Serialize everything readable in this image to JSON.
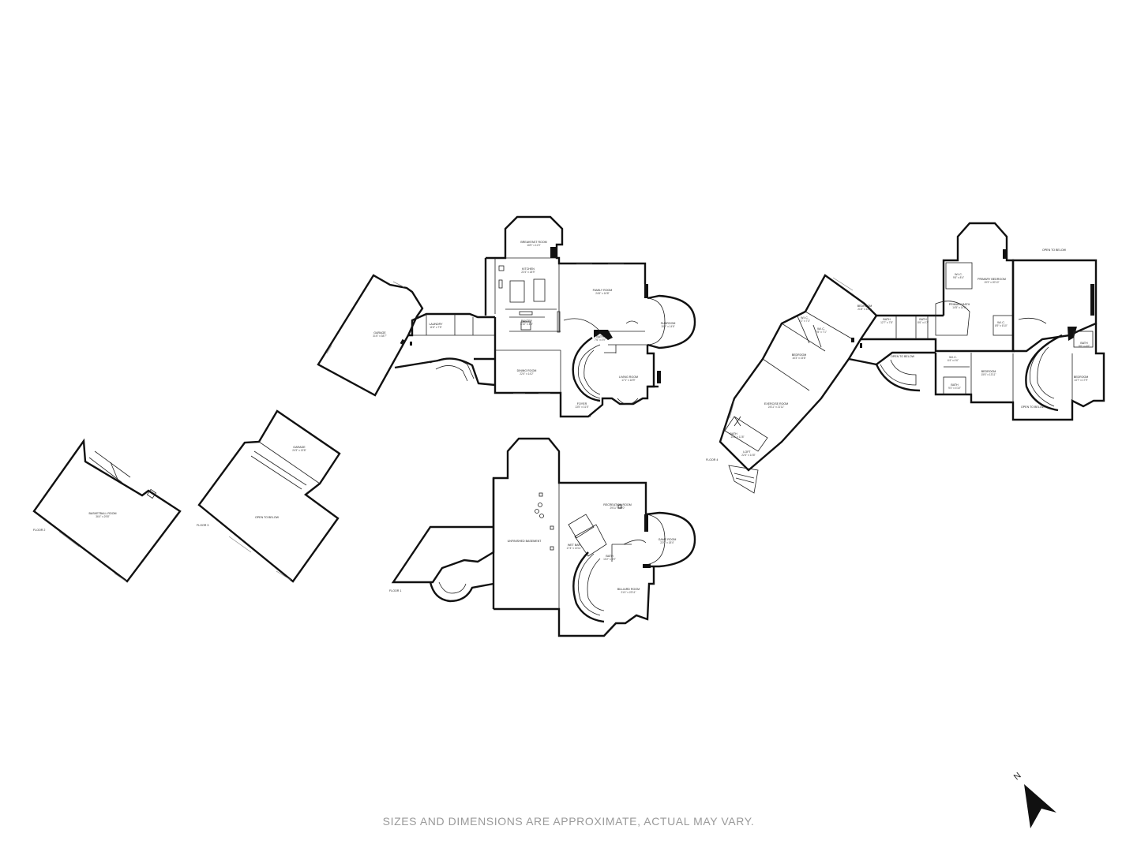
{
  "disclaimer": "SIZES AND DIMENSIONS ARE APPROXIMATE, ACTUAL MAY VARY.",
  "compass_label": "N",
  "floors": {
    "floor1": {
      "label": "FLOOR 1",
      "rooms": {
        "unfinished_basement": {
          "name": "UNFINISHED BASEMENT",
          "dim": ""
        },
        "recreation_room": {
          "name": "RECREATION ROOM",
          "dim": "29'11\" x 20'0\""
        },
        "wet_bar": {
          "name": "WET BAR",
          "dim": "17'4\" x 13'11\""
        },
        "bath": {
          "name": "BATH",
          "dim": "10'2\" x 6'9\""
        },
        "game_room": {
          "name": "GAME ROOM",
          "dim": "22'0\" x 18'4\""
        },
        "billiard_room": {
          "name": "BILLIARD ROOM",
          "dim": "21'4\" x 22'11\""
        }
      }
    },
    "floor2": {
      "label": "FLOOR 2",
      "rooms": {
        "basketball_room": {
          "name": "BASKETBALL ROOM",
          "dim": "36'4\" x 29'8\""
        }
      }
    },
    "floor3": {
      "label": "FLOOR 3",
      "rooms": {
        "garage": {
          "name": "GARAGE",
          "dim": "24'3\" x 13'8\""
        },
        "open_to_below": {
          "name": "OPEN TO BELOW",
          "dim": ""
        }
      }
    },
    "main": {
      "rooms": {
        "garage": {
          "name": "GARAGE",
          "dim": "31'6\" x 38'7\""
        },
        "laundry": {
          "name": "LAUNDRY",
          "dim": "11'8\" x 7'5\""
        },
        "breakfast_room": {
          "name": "BREAKFAST ROOM",
          "dim": "16'5\" x 11'3\""
        },
        "kitchen": {
          "name": "KITCHEN",
          "dim": "22'4\" x 18'9\""
        },
        "pantry": {
          "name": "PANTRY",
          "dim": "8'10\" x 4'3\""
        },
        "family_room": {
          "name": "FAMILY ROOM",
          "dim": "24'6\" x 16'8\""
        },
        "sunroom": {
          "name": "SUNROOM",
          "dim": "15'5\" x 14'6\""
        },
        "bath": {
          "name": "BATH",
          "dim": "7'6\" x 4'9\""
        },
        "dining_room": {
          "name": "DINING ROOM",
          "dim": "22'4\" x 14'2\""
        },
        "living_room": {
          "name": "LIVING ROOM",
          "dim": "17'1\" x 18'9\""
        },
        "foyer": {
          "name": "FOYER",
          "dim": "13'5\" x 31'5\""
        }
      }
    },
    "floor4": {
      "label": "FLOOR 4",
      "rooms": {
        "bedroom_nw": {
          "name": "BEDROOM",
          "dim": "21'8\" x 12'0\""
        },
        "wic_a": {
          "name": "W.I.C.",
          "dim": "6'1\" x 7'3\""
        },
        "wic_b": {
          "name": "W.I.C.",
          "dim": "7'8\" x 7'1\""
        },
        "bedroom_w": {
          "name": "BEDROOM",
          "dim": "16'3\" x 15'8\""
        },
        "exercise_room": {
          "name": "EXERCISE ROOM",
          "dim": "24'11\" x 21'11\""
        },
        "bath_w": {
          "name": "BATH",
          "dim": "14'3\" x 11'8\""
        },
        "loft": {
          "name": "LOFT",
          "dim": "22'4\" x 14'8\""
        },
        "bath_hall": {
          "name": "BATH",
          "dim": "12'7\" x 7'8\""
        },
        "bath_small": {
          "name": "BATH",
          "dim": "8'6\" x 4'7\""
        },
        "wic_primary": {
          "name": "W.I.C.",
          "dim": "9'6\" x 8'4\""
        },
        "primary_bedroom": {
          "name": "PRIMARY BEDROOM",
          "dim": "19'3\" x 20'10\""
        },
        "primary_bath": {
          "name": "PRIMARY BATH",
          "dim": "14'5\" x 14'0\""
        },
        "wic_c": {
          "name": "W.I.C.",
          "dim": "8'9\" x 6'10\""
        },
        "open_to_below_top": {
          "name": "OPEN TO BELOW",
          "dim": ""
        },
        "open_to_below_mid": {
          "name": "OPEN TO BELOW",
          "dim": ""
        },
        "open_to_below_bottom": {
          "name": "OPEN TO BELOW",
          "dim": ""
        },
        "wic_d": {
          "name": "W.I.C.",
          "dim": "6'4\" x 4'6\""
        },
        "bath_d": {
          "name": "BATH",
          "dim": "9'4\" x 4'10\""
        },
        "bedroom_s": {
          "name": "BEDROOM",
          "dim": "15'6\" x 13'11\""
        },
        "bath_e": {
          "name": "BATH",
          "dim": "8'0\" x 4'8\""
        },
        "bedroom_e": {
          "name": "BEDROOM",
          "dim": "14'7\" x 17'9\""
        }
      }
    }
  }
}
